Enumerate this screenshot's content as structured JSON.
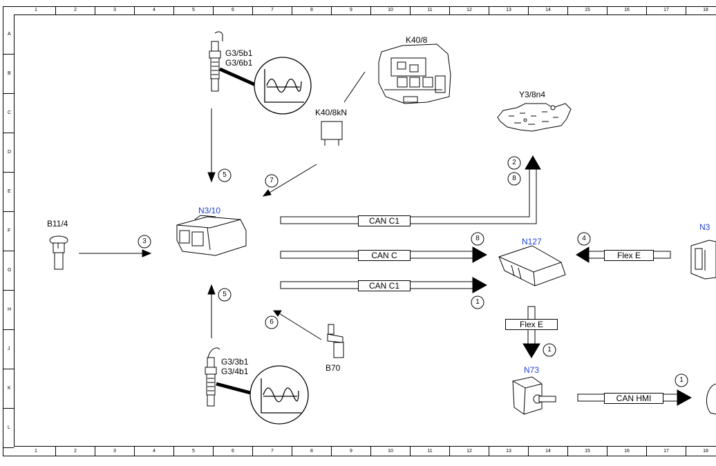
{
  "grid": {
    "columns": [
      "1",
      "2",
      "3",
      "4",
      "5",
      "6",
      "7",
      "8",
      "9",
      "10",
      "11",
      "12",
      "13",
      "14",
      "15",
      "16",
      "17",
      "18"
    ],
    "rows": [
      "A",
      "B",
      "C",
      "D",
      "E",
      "F",
      "G",
      "H",
      "J",
      "K",
      "L"
    ]
  },
  "components": {
    "g3_5b1": "G3/5b1",
    "g3_6b1": "G3/6b1",
    "k40_8": "K40/8",
    "k40_8kn": "K40/8kN",
    "y3_8n4": "Y3/8n4",
    "b11_4": "B11/4",
    "n3_10": "N3/10",
    "n127": "N127",
    "n3_partial": "N3",
    "b70": "B70",
    "g3_3b1": "G3/3b1",
    "g3_4b1": "G3/4b1",
    "n73": "N73"
  },
  "buses": {
    "can_c1_top": "CAN C1",
    "can_c": "CAN C",
    "can_c1_bottom": "CAN C1",
    "flex_e_right": "Flex E",
    "flex_e_down": "Flex E",
    "can_hmi": "CAN HMI"
  },
  "steps": {
    "s5_top": "5",
    "s7": "7",
    "s3": "3",
    "s5_bottom": "5",
    "s6": "6",
    "s2": "2",
    "s8_y3": "8",
    "s8_n127": "8",
    "s4": "4",
    "s1_can": "1",
    "s1_flex": "1",
    "s1_hmi": "1"
  }
}
